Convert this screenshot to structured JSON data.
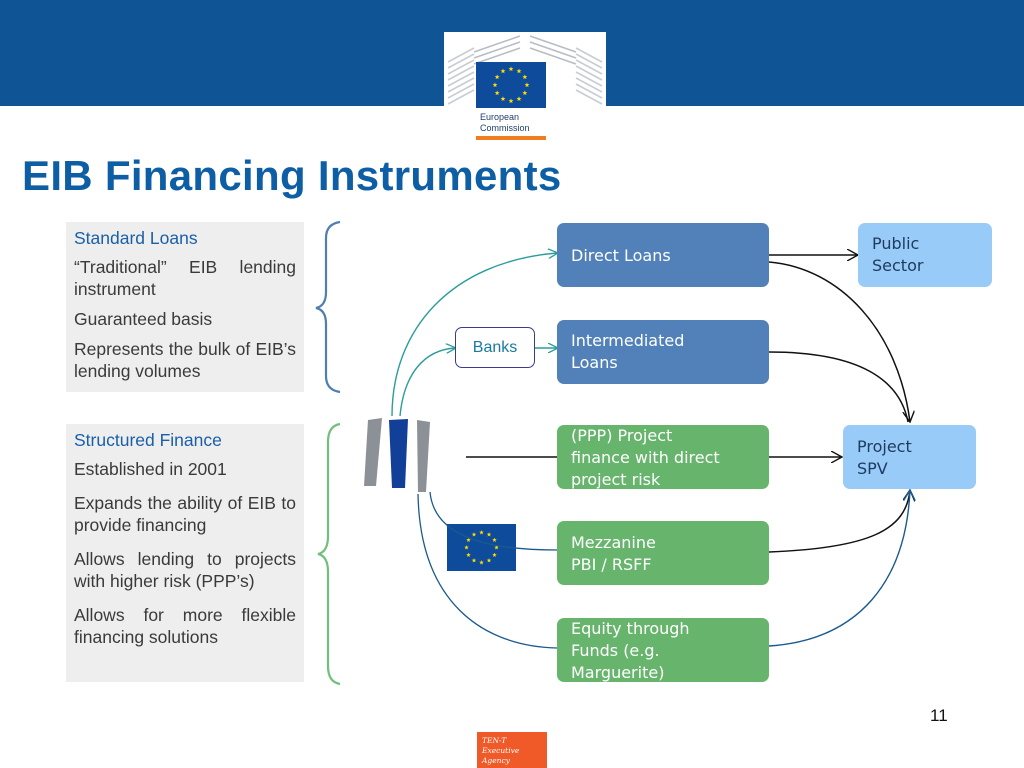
{
  "header": {
    "logo_line1": "European",
    "logo_line2": "Commission",
    "brand_color": "#0f5494"
  },
  "title": "EIB Financing Instruments",
  "standard_loans": {
    "heading": "Standard Loans",
    "points": [
      "“Traditional” EIB lending instrument",
      "Guaranteed basis",
      "Represents the bulk of EIB’s lending volumes"
    ]
  },
  "structured_finance": {
    "heading": "Structured Finance",
    "points": [
      "Established in 2001",
      "Expands the ability of EIB to provide financing",
      "Allows lending to projects with higher risk (PPP’s)",
      "Allows for more flexible financing solutions"
    ]
  },
  "diagram": {
    "banks": "Banks",
    "direct_loans": "Direct Loans",
    "intermediated_loans": [
      "Intermediated",
      "Loans"
    ],
    "ppp": [
      "(PPP) Project",
      "finance with direct",
      "project risk"
    ],
    "mezzanine": [
      "Mezzanine",
      "PBI / RSFF"
    ],
    "equity": [
      "Equity through",
      "Funds (e.g.",
      "Marguerite)"
    ],
    "public_sector": [
      "Public",
      "Sector"
    ],
    "project_spv": [
      "Project",
      "SPV"
    ],
    "icons": [
      "eib-logo-icon",
      "eu-flag-icon"
    ],
    "colors": {
      "blue_box": "#5181b8",
      "green_box": "#67b56d",
      "light_box": "#99cbf8",
      "teal_arrow": "#2a9d9a",
      "blue_brace": "#4d7fb0",
      "green_brace": "#72bf7a"
    }
  },
  "page_number": "11",
  "footer": {
    "line1": "TEN-T",
    "line2": "Executive Agency"
  }
}
